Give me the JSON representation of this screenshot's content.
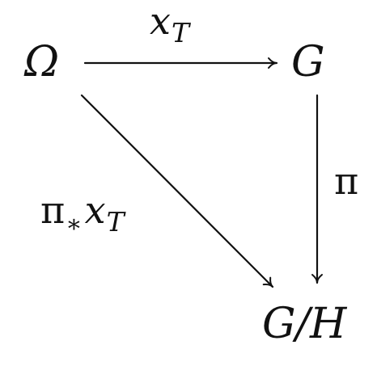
{
  "diagram": {
    "nodes": {
      "omega": {
        "label": "Ω"
      },
      "g": {
        "label": "G"
      },
      "quotient": {
        "label": "G/H"
      }
    },
    "edges": {
      "omega_to_g": {
        "label_main": "x",
        "label_sub": "T"
      },
      "g_to_quotient": {
        "label": "π"
      },
      "omega_to_quotient": {
        "label_main": "π",
        "label_star": "∗",
        "label_x": "x",
        "label_sub": "T"
      }
    },
    "colors": {
      "ink": "#111111",
      "background": "#ffffff"
    }
  }
}
